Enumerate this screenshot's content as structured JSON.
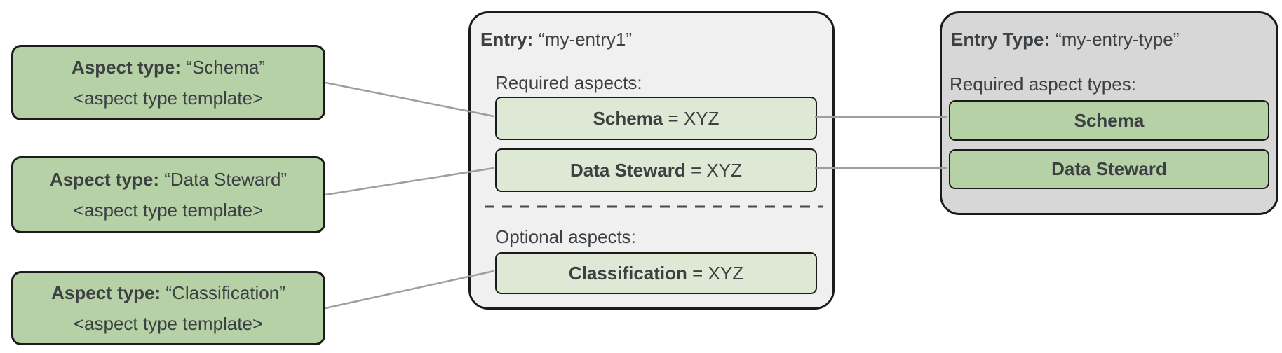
{
  "diagram": {
    "aspect_type_boxes": [
      {
        "label": "Aspect type:",
        "name": "“Schema”",
        "template": "<aspect type template>"
      },
      {
        "label": "Aspect type:",
        "name": "“Data Steward”",
        "template": "<aspect type template>"
      },
      {
        "label": "Aspect type:",
        "name": "“Classification”",
        "template": "<aspect type template>"
      }
    ],
    "entry": {
      "label": "Entry:",
      "name": "“my-entry1”",
      "required_heading": "Required aspects:",
      "required_aspects": [
        {
          "name": "Schema",
          "value": " = XYZ"
        },
        {
          "name": "Data Steward",
          "value": " = XYZ"
        }
      ],
      "optional_heading": "Optional aspects:",
      "optional_aspects": [
        {
          "name": "Classification",
          "value": " = XYZ"
        }
      ]
    },
    "entry_type": {
      "label": "Entry Type:",
      "name": "“my-entry-type”",
      "required_heading": "Required aspect types:",
      "required_aspect_types": [
        {
          "name": "Schema"
        },
        {
          "name": "Data Steward"
        }
      ]
    },
    "colors": {
      "aspect_green": "#b6d1a6",
      "aspect_light_green": "#dde9d4",
      "entry_background": "#f0f0f1",
      "entry_type_background": "#d7d7d7",
      "border": "#1b1b1b",
      "connector": "#9e9e9e",
      "text": "#3c4043"
    }
  }
}
